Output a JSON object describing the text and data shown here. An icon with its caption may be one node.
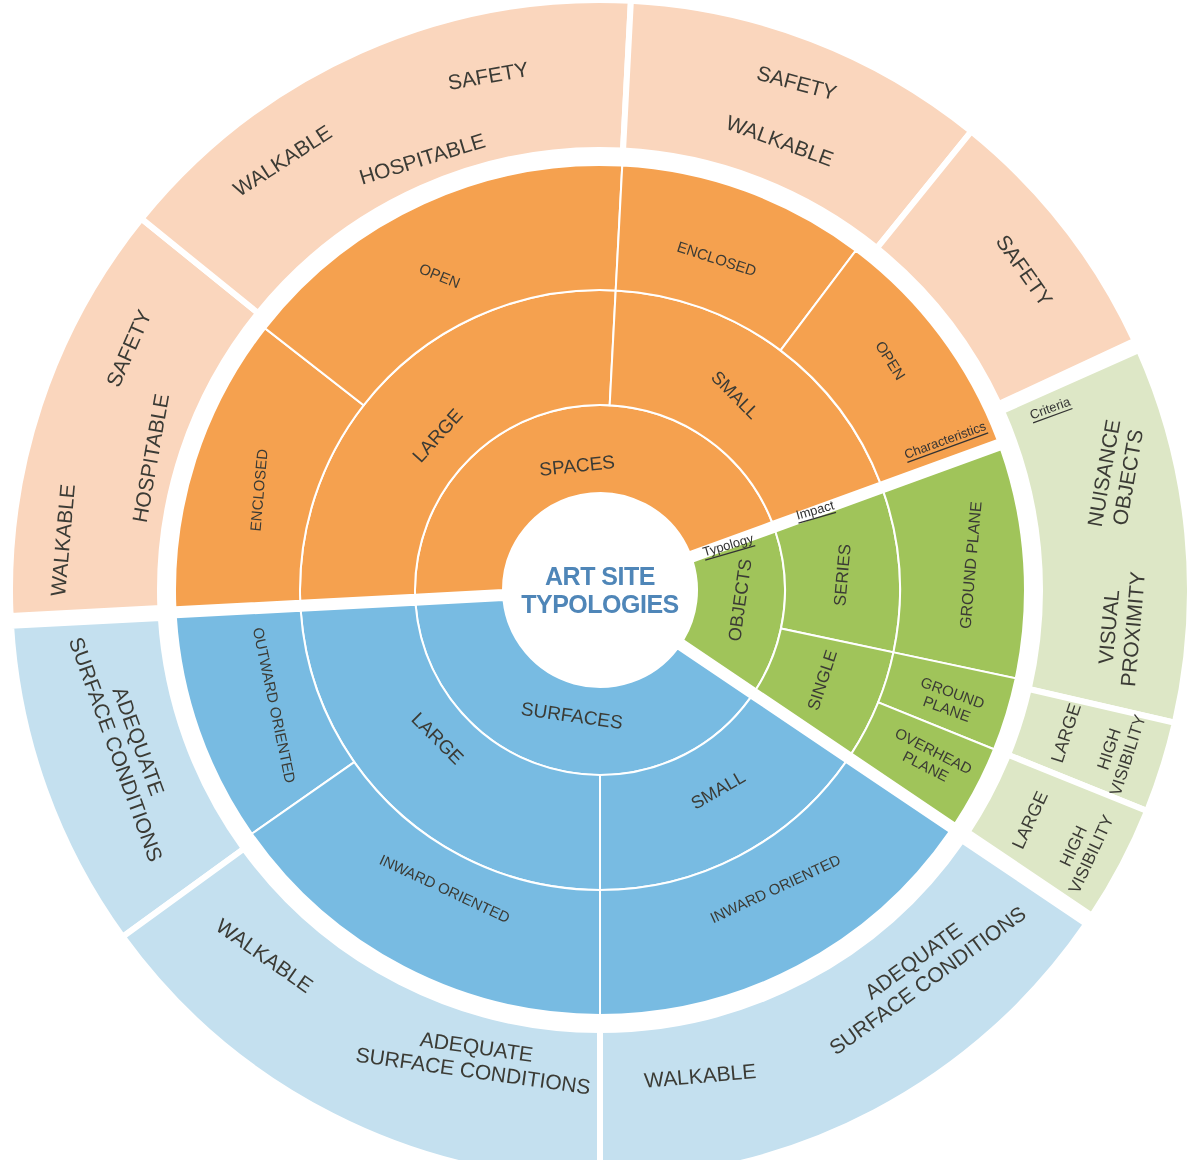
{
  "diagram": {
    "nodes": [
      {
        "text": [
          "ART SITE TYPOLOGIES"
        ]
      },
      {
        "text": [
          "SPACES"
        ]
      },
      {
        "text": [
          "SURFACES"
        ]
      },
      {
        "text": [
          "OBJECTS"
        ]
      },
      {
        "text": [
          "LARGE"
        ]
      },
      {
        "text": [
          "SMALL"
        ]
      },
      {
        "text": [
          "LARGE"
        ]
      },
      {
        "text": [
          "SMALL"
        ]
      },
      {
        "text": [
          "SERIES"
        ]
      },
      {
        "text": [
          "SINGLE"
        ]
      },
      {
        "text": [
          "ENCLOSED"
        ]
      },
      {
        "text": [
          "OPEN"
        ]
      },
      {
        "text": [
          "ENCLOSED"
        ]
      },
      {
        "text": [
          "OPEN"
        ]
      },
      {
        "text": [
          "OUTWARD ORIENTED"
        ]
      },
      {
        "text": [
          "INWARD ORIENTED"
        ]
      },
      {
        "text": [
          "INWARD ORIENTED"
        ]
      },
      {
        "text": [
          "GROUND PLANE"
        ]
      },
      {
        "text": [
          "GROUND PLANE"
        ]
      },
      {
        "text": [
          "OVERHEAD PLANE"
        ]
      },
      {
        "text": [
          "WALKABLE",
          "HOSPITABLE",
          "SAFETY"
        ]
      },
      {
        "text": [
          "WALKABLE",
          "HOSPITABLE",
          "SAFETY"
        ]
      },
      {
        "text": [
          "SAFETY",
          "WALKABLE"
        ]
      },
      {
        "text": [
          "SAFETY"
        ]
      },
      {
        "text": [
          "NUISANCE OBJECTS",
          "VISUAL PROXIMITY"
        ]
      },
      {
        "text": [
          "LARGE",
          "HIGH VISIBILITY"
        ]
      },
      {
        "text": [
          "LARGE",
          "HIGH VISIBILITY"
        ]
      },
      {
        "text": [
          "ADEQUATE SURFACE CONDITIONS"
        ]
      },
      {
        "text": [
          "WALKABLE",
          "ADEQUATE SURFACE CONDITIONS"
        ]
      },
      {
        "text": [
          "WALKABLE",
          "ADEQUATE SURFACE CONDITIONS"
        ]
      }
    ],
    "labels": [
      "Typology",
      "Impact",
      "Characteristics",
      "Criteria"
    ]
  }
}
